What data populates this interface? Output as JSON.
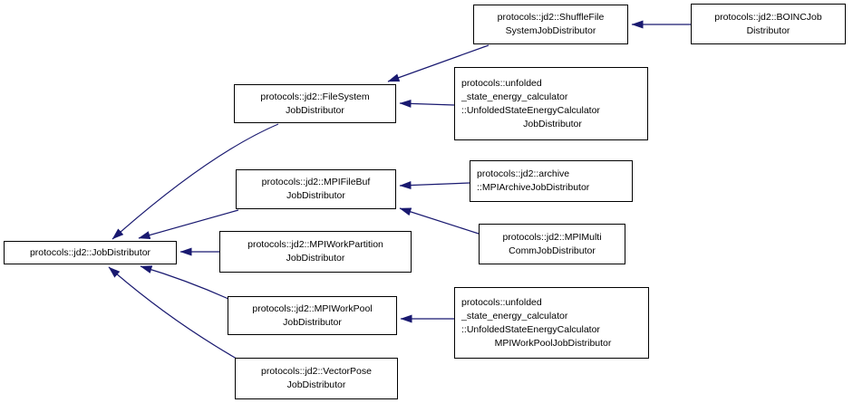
{
  "diagram": {
    "type": "class-inheritance-graph",
    "background_color": "#ffffff",
    "node_border_color": "#000000",
    "node_fill_color": "#ffffff",
    "arrow_color": "#191970",
    "nodes": {
      "jobdistributor": {
        "label": "protocols::jd2::JobDistributor",
        "lines": [
          "protocols::jd2::JobDistributor"
        ]
      },
      "filesystem": {
        "label": "protocols::jd2::FileSystemJobDistributor",
        "lines": [
          "protocols::jd2::FileSystem",
          "JobDistributor"
        ]
      },
      "mpifilebuf": {
        "label": "protocols::jd2::MPIFileBufJobDistributor",
        "lines": [
          "protocols::jd2::MPIFileBuf",
          "JobDistributor"
        ]
      },
      "mpiworkpartition": {
        "label": "protocols::jd2::MPIWorkPartitionJobDistributor",
        "lines": [
          "protocols::jd2::MPIWorkPartition",
          "JobDistributor"
        ]
      },
      "mpiworkpool": {
        "label": "protocols::jd2::MPIWorkPoolJobDistributor",
        "lines": [
          "protocols::jd2::MPIWorkPool",
          "JobDistributor"
        ]
      },
      "vectorpose": {
        "label": "protocols::jd2::VectorPoseJobDistributor",
        "lines": [
          "protocols::jd2::VectorPose",
          "JobDistributor"
        ]
      },
      "shufflefile": {
        "label": "protocols::jd2::ShuffleFileSystemJobDistributor",
        "lines": [
          "protocols::jd2::ShuffleFile",
          "SystemJobDistributor"
        ]
      },
      "boinc": {
        "label": "protocols::jd2::BOINCJobDistributor",
        "lines": [
          "protocols::jd2::BOINCJob",
          "Distributor"
        ]
      },
      "unfolded_jd": {
        "label": "protocols::unfolded_state_energy_calculator::UnfoldedStateEnergyCalculatorJobDistributor",
        "lines": [
          "protocols::unfolded",
          "_state_energy_calculator",
          "::UnfoldedStateEnergyCalculator",
          "JobDistributor"
        ]
      },
      "archive": {
        "label": "protocols::jd2::archive::MPIArchiveJobDistributor",
        "lines": [
          "protocols::jd2::archive",
          "::MPIArchiveJobDistributor"
        ]
      },
      "mpimulticomm": {
        "label": "protocols::jd2::MPIMultiCommJobDistributor",
        "lines": [
          "protocols::jd2::MPIMulti",
          "CommJobDistributor"
        ]
      },
      "unfolded_mpi": {
        "label": "protocols::unfolded_state_energy_calculator::UnfoldedStateEnergyCalculatorMPIWorkPoolJobDistributor",
        "lines": [
          "protocols::unfolded",
          "_state_energy_calculator",
          "::UnfoldedStateEnergyCalculator",
          "MPIWorkPoolJobDistributor"
        ]
      }
    },
    "edges": [
      {
        "from": "boinc",
        "to": "shufflefile"
      },
      {
        "from": "shufflefile",
        "to": "filesystem"
      },
      {
        "from": "unfolded_jd",
        "to": "filesystem"
      },
      {
        "from": "filesystem",
        "to": "jobdistributor"
      },
      {
        "from": "archive",
        "to": "mpifilebuf"
      },
      {
        "from": "mpimulticomm",
        "to": "mpifilebuf"
      },
      {
        "from": "mpifilebuf",
        "to": "jobdistributor"
      },
      {
        "from": "mpiworkpartition",
        "to": "jobdistributor"
      },
      {
        "from": "mpiworkpool",
        "to": "jobdistributor"
      },
      {
        "from": "vectorpose",
        "to": "jobdistributor"
      },
      {
        "from": "unfolded_mpi",
        "to": "mpiworkpool"
      }
    ]
  }
}
